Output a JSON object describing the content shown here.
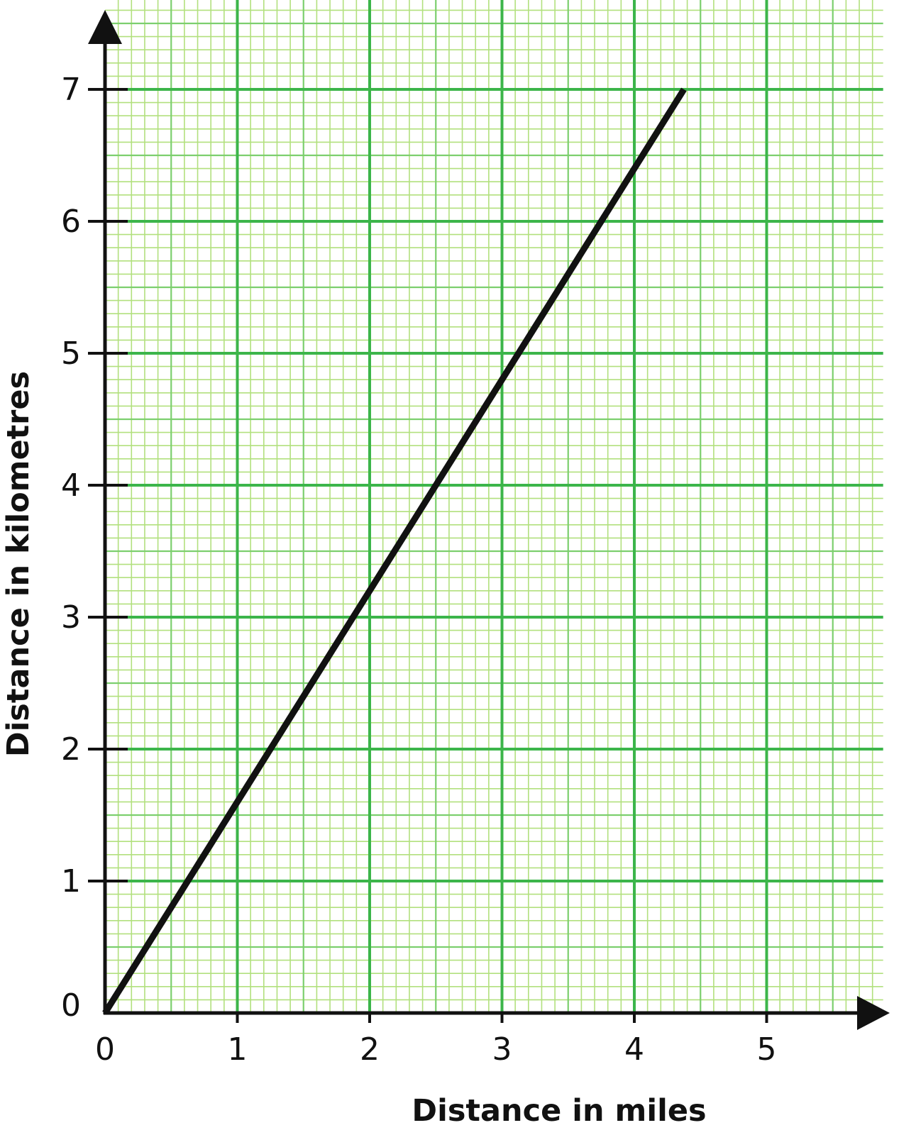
{
  "chart_data": {
    "type": "line",
    "title": "",
    "xlabel": "Distance in miles",
    "ylabel": "Distance in kilometres",
    "xlim": [
      0,
      5.8
    ],
    "ylim": [
      0,
      7.6
    ],
    "x_ticks": [
      0,
      1,
      2,
      3,
      4,
      5
    ],
    "y_ticks": [
      0,
      1,
      2,
      3,
      4,
      5,
      6,
      7
    ],
    "grid": true,
    "grid_minor_divisions": 10,
    "colors": {
      "grid_major": "#3cb54a",
      "grid_mid": "#7ccf6e",
      "grid_minor": "#b2e07e",
      "axes": "#111111",
      "line": "#111111"
    },
    "series": [
      {
        "x": [
          0,
          4.375
        ],
        "y": [
          0,
          7
        ]
      }
    ]
  }
}
